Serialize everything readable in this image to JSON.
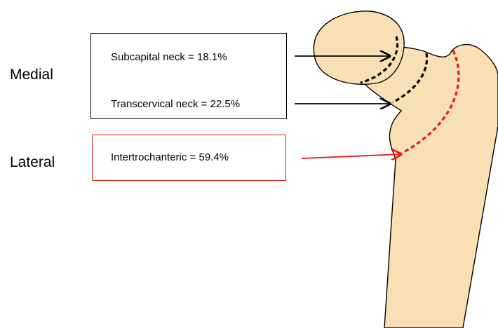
{
  "sides": {
    "medial": "Medial",
    "lateral": "Lateral"
  },
  "fractures": {
    "subcapital": "Subcapital neck = 18.1%",
    "transcervical": "Transcervical neck = 22.5%",
    "intertrochanteric": "Intertrochanteric = 59.4%"
  },
  "colors": {
    "bone_fill": "#f9e0b4",
    "bone_outline": "#000000",
    "medial_lines": "#000000",
    "lateral_line": "#e31b1b"
  }
}
